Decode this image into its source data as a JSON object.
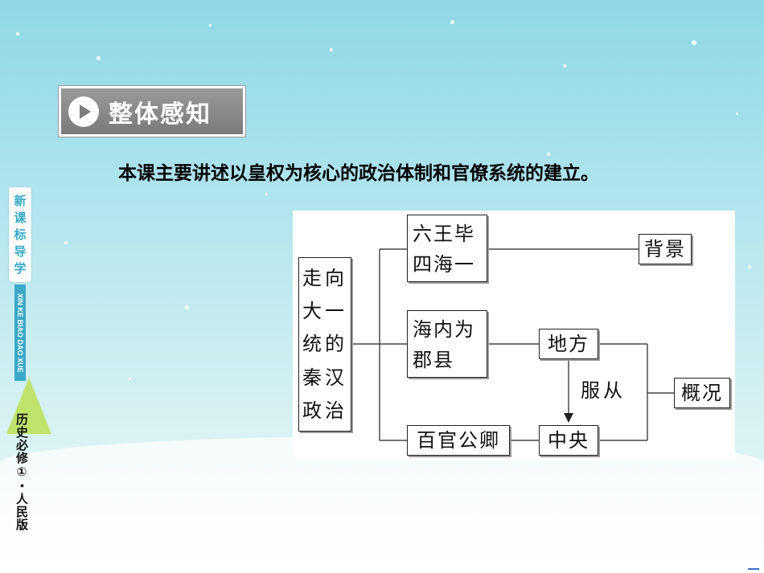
{
  "header": {
    "badge_label": "整体感知",
    "subtitle": "本课主要讲述以皇权为核心的政治体制和官僚系统的建立。"
  },
  "side_strip": {
    "top_chars": [
      "新",
      "课",
      "标",
      "导",
      "学"
    ],
    "pinyin": "XIN KE BIAO DAO XUE",
    "bottom": "历史必修①・人民版"
  },
  "diagram": {
    "root": [
      "走向",
      "大一",
      "统的",
      "秦汉",
      "政治"
    ],
    "branch_1": "六王毕\n四海一",
    "branch_2": "海内为\n郡县",
    "branch_3": "百官公卿",
    "background": "背景",
    "local": "地方",
    "central": "中央",
    "relation_label": "服从",
    "overview": "概况"
  }
}
